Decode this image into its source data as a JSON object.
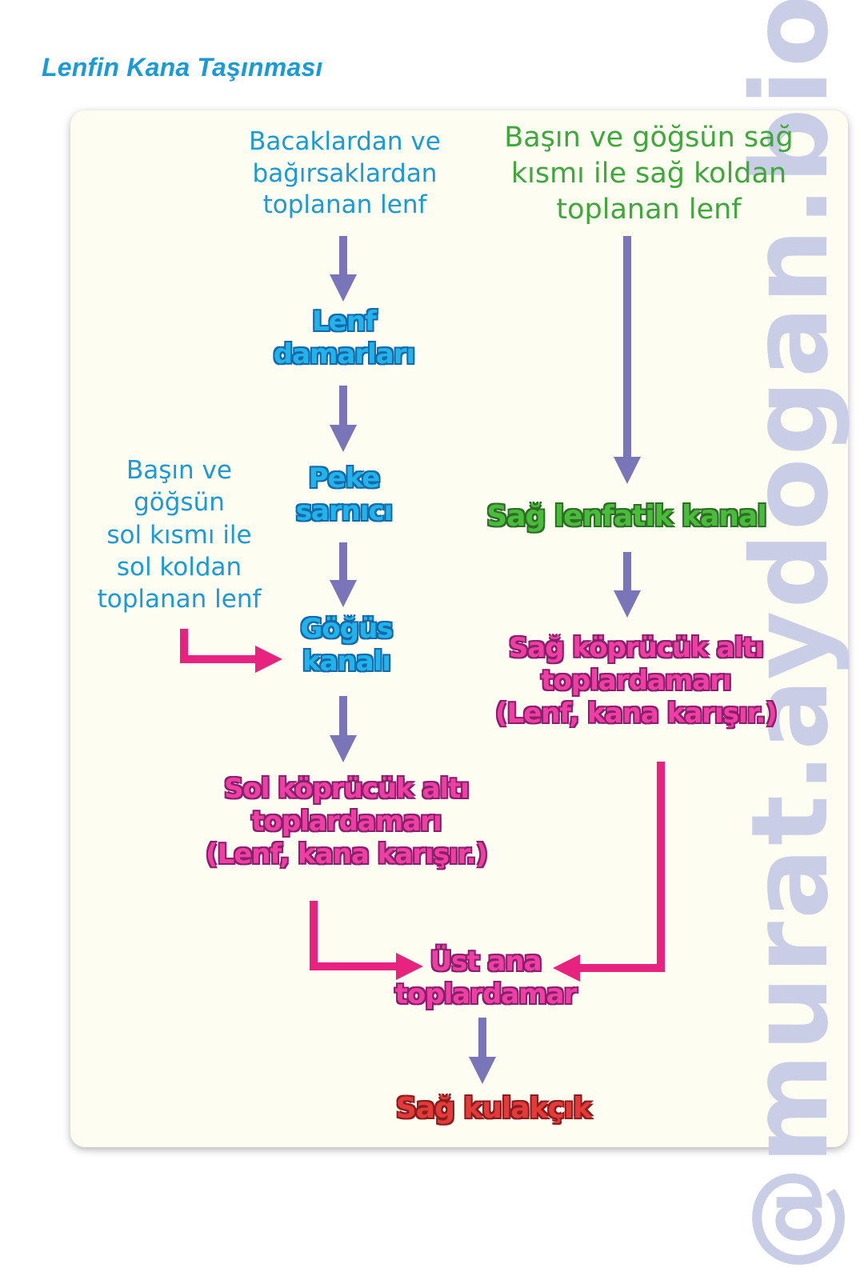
{
  "title": "Lenfin Kana Taşınması",
  "watermark": "@murat.aydogan.bio",
  "nodes": {
    "legs_lymph": [
      "Bacaklardan ve",
      "bağırsaklardan",
      "toplanan lenf"
    ],
    "right_lymph": [
      "Başın ve göğsün sağ",
      "kısmı ile sağ koldan",
      "toplanan lenf"
    ],
    "lymph_vessels": [
      "Lenf",
      "damarları"
    ],
    "peke": [
      "Peke",
      "sarnıcı"
    ],
    "left_lymph": [
      "Başın ve",
      "göğsün",
      "sol kısmı ile",
      "sol koldan",
      "toplanan lenf"
    ],
    "thoracic_duct": [
      "Göğüs",
      "kanalı"
    ],
    "right_duct": [
      "Sağ lenfatik kanal"
    ],
    "right_subclavian": [
      "Sağ köprücük altı",
      "toplardamarı",
      "(Lenf, kana karışır.)"
    ],
    "left_subclavian": [
      "Sol köprücük altı",
      "toplardamarı",
      "(Lenf, kana karışır.)"
    ],
    "vena_cava": [
      "Üst ana",
      "toplardamar"
    ],
    "right_atrium": [
      "Sağ kulakçık"
    ]
  },
  "colors": {
    "title": "#1a9ad6",
    "blue_text": "#1a9ad6",
    "green_text": "#3ea83a",
    "purple_arrow": "#7a74b8",
    "pink_arrow": "#e8227f",
    "watermark": "#c9cde6"
  }
}
